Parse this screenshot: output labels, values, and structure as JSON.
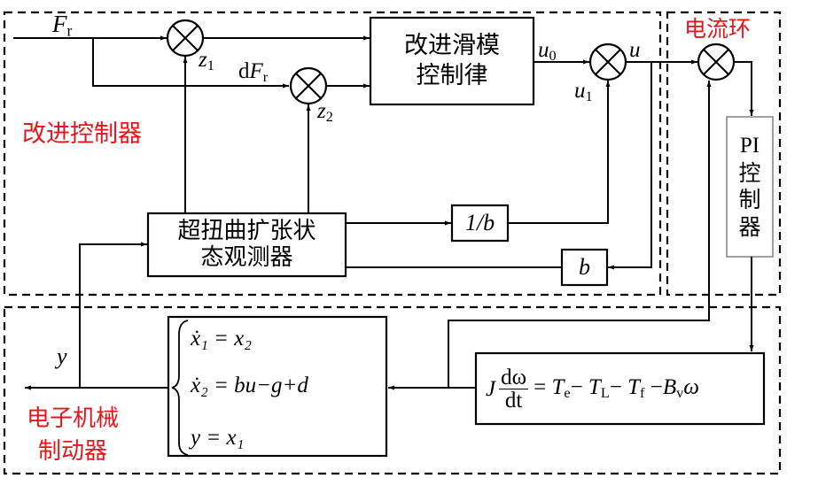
{
  "colors": {
    "line": "#000000",
    "region_label": "#e8141c",
    "pi_border": "#888888"
  },
  "regions": {
    "improved_controller": "改进控制器",
    "current_loop": "电流环",
    "emb": [
      "电子机械",
      "制动器"
    ]
  },
  "signals": {
    "Fr_main": "F",
    "Fr_sub": "r",
    "dFr_prefix": "d",
    "dFr_main": "F",
    "dFr_sub": "r",
    "z1_main": "z",
    "z1_sub": "1",
    "z2_main": "z",
    "z2_sub": "2",
    "u0_main": "u",
    "u0_sub": "0",
    "u1_main": "u",
    "u1_sub": "1",
    "u": "u",
    "y": "y"
  },
  "blocks": {
    "smc_law": [
      "改进滑模",
      "控制律"
    ],
    "observer": [
      "超扭曲扩张状",
      "态观测器"
    ],
    "inv_b": "1/b",
    "b": "b",
    "pi_controller": [
      "PI",
      "控",
      "制",
      "器"
    ],
    "state_eq": {
      "line1": "ẋ₁ = x₂",
      "line2": "ẋ₂ = bu−g+d",
      "line3": "y = x₁"
    },
    "motor_eq": {
      "lhs_J": "J",
      "num": "dω",
      "den": "dt",
      "rhs": "= Tₑ− T_L− T_f −B_vω",
      "rhs_parts": {
        "eq": "=",
        "T": "T",
        "e": "e",
        "L": "L",
        "f": "f",
        "B": "B",
        "v": "v",
        "omega": "ω",
        "minus": "−"
      }
    }
  },
  "summing_junction_symbol": "⊗"
}
